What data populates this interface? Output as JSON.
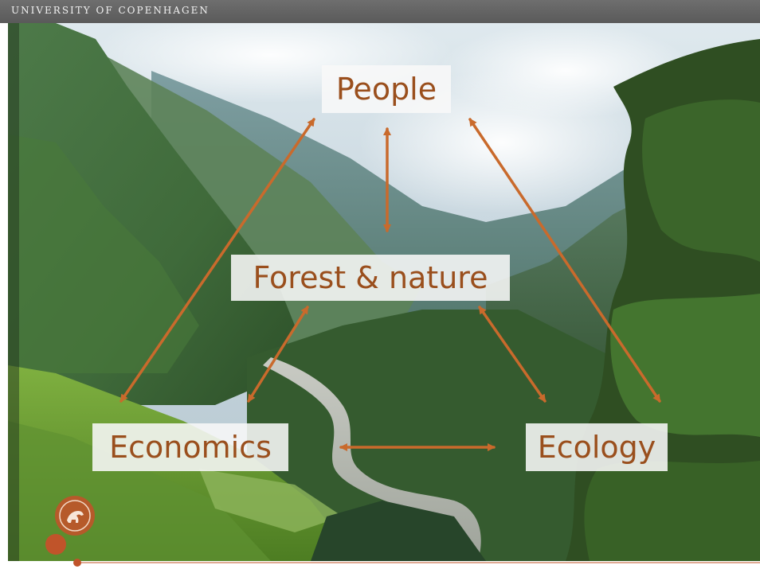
{
  "header": {
    "institution": "UNIVERSITY OF COPENHAGEN"
  },
  "diagram": {
    "nodes": {
      "people": "People",
      "forest": "Forest & nature",
      "economics": "Economics",
      "ecology": "Ecology"
    },
    "arrow_color": "#c96a2c",
    "label_color": "#9a4f1d"
  },
  "logo": {
    "icon": "horse-seal-icon",
    "accent_color": "#c0542a"
  }
}
